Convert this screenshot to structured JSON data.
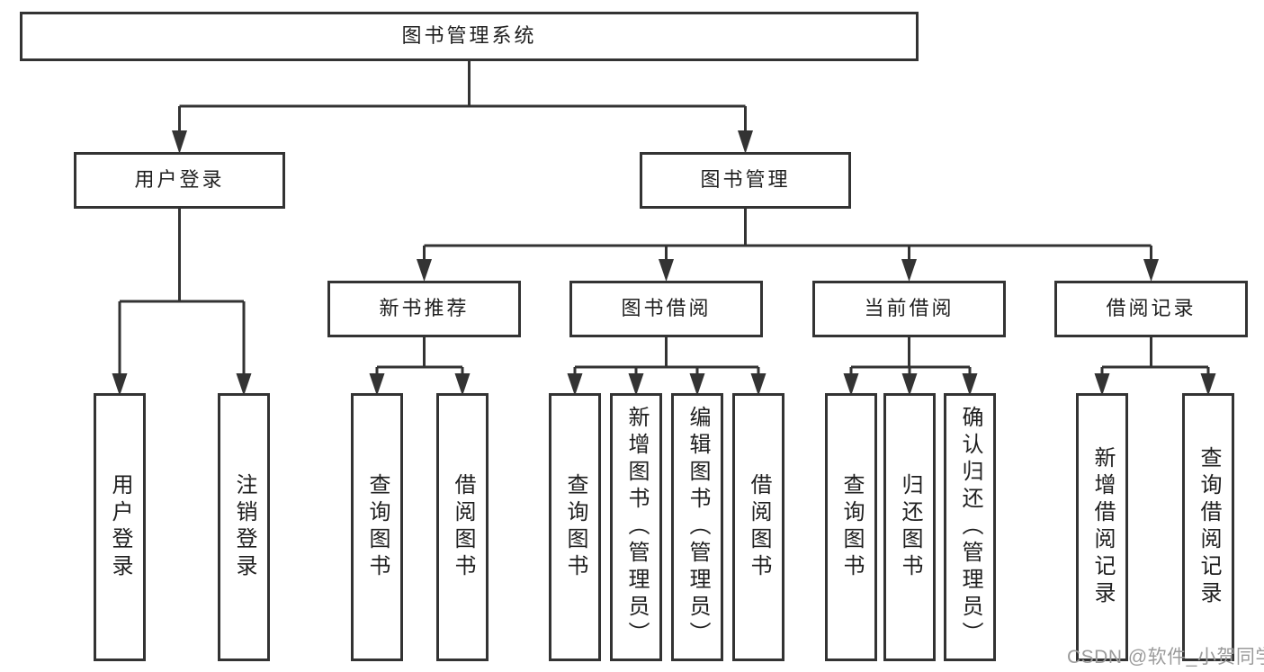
{
  "tree": {
    "root": {
      "label": "图书管理系统",
      "children": [
        {
          "label": "用户登录",
          "children": [
            {
              "label": "用户登录"
            },
            {
              "label": "注销登录"
            }
          ]
        },
        {
          "label": "图书管理",
          "children": [
            {
              "label": "新书推荐",
              "children": [
                {
                  "label": "查询图书"
                },
                {
                  "label": "借阅图书"
                }
              ]
            },
            {
              "label": "图书借阅",
              "children": [
                {
                  "label": "查询图书"
                },
                {
                  "label": "新增图书（管理员）"
                },
                {
                  "label": "编辑图书（管理员）"
                },
                {
                  "label": "借阅图书"
                }
              ]
            },
            {
              "label": "当前借阅",
              "children": [
                {
                  "label": "查询图书"
                },
                {
                  "label": "归还图书"
                },
                {
                  "label": "确认归还（管理员）"
                }
              ]
            },
            {
              "label": "借阅记录",
              "children": [
                {
                  "label": "新增借阅记录"
                },
                {
                  "label": "查询借阅记录"
                }
              ]
            }
          ]
        }
      ]
    }
  },
  "watermark": {
    "text": "CSDN @软件_小贺同学"
  },
  "colors": {
    "line": "#333333",
    "border": "#333333",
    "text": "#1f1f1f",
    "background": "#ffffff",
    "watermark": "#9b9b9b"
  }
}
